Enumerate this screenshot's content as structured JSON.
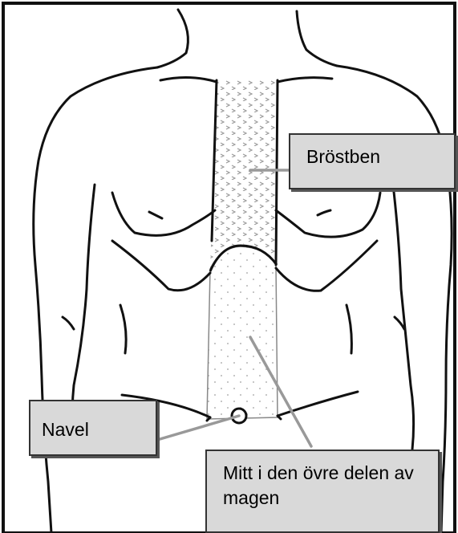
{
  "labels": {
    "sternum": "Bröstben",
    "navel": "Navel",
    "upper_abdomen": "Mitt i den övre delen av magen"
  },
  "colors": {
    "line": "#111111",
    "callout_fill": "#d9d9d9",
    "leader": "#999999",
    "sternum_shade": "#eeeeee"
  }
}
